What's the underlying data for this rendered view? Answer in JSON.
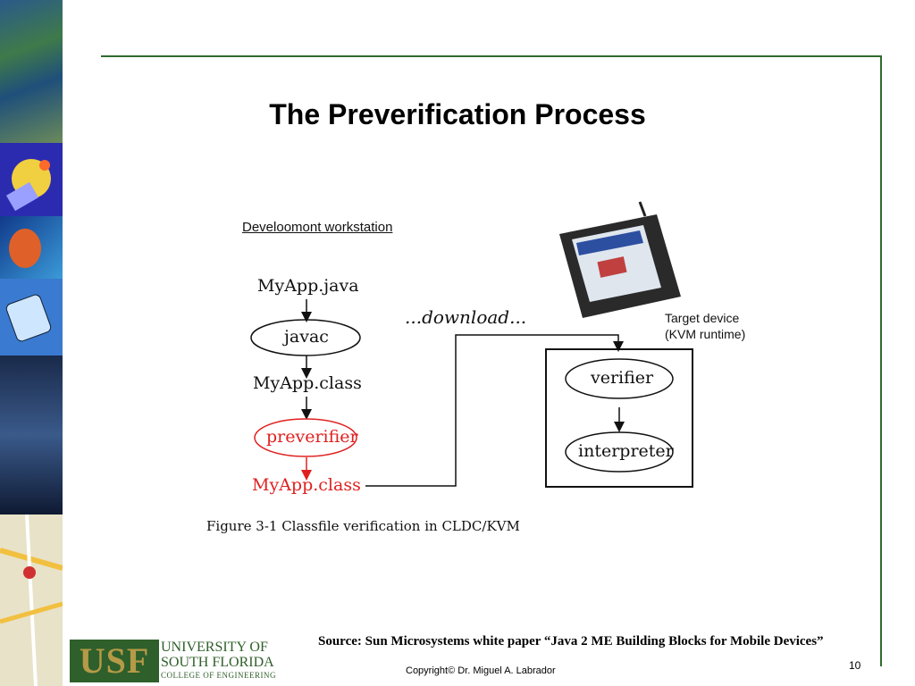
{
  "slide": {
    "title": "The Preverification Process",
    "source": "Source: Sun Microsystems white paper “Java 2 ME Building Blocks for Mobile Devices”",
    "copyright": "Copyright© Dr. Miguel A. Labrador",
    "page_number": "10"
  },
  "diagram": {
    "workstation_label": "Develoomont workstation",
    "nodes": {
      "source_file": "MyApp.java",
      "compiler": "javac",
      "class_file": "MyApp.class",
      "preverifier": "preverifier",
      "preverified_class": "MyApp.class",
      "verifier": "verifier",
      "interpreter": "interpreter"
    },
    "download_label": "...download...",
    "target_label_line1": "Target device",
    "target_label_line2": "(KVM runtime)",
    "caption": "Figure 3-1  Classfile verification in CLDC/KVM",
    "highlight_color": "#e02020"
  },
  "logo": {
    "letters": "USF",
    "line1": "UNIVERSITY OF",
    "line2": "SOUTH FLORIDA",
    "line3": "COLLEGE OF ENGINEERING",
    "color": "#2f5f2a",
    "gold": "#b59a47"
  }
}
